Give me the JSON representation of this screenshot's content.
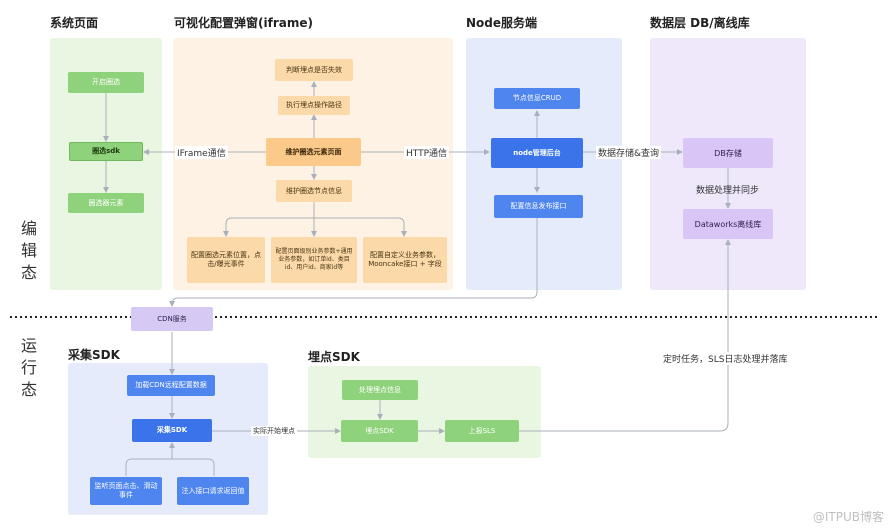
{
  "sections": {
    "system": "系统页面",
    "iframe": "可视化配置弹窗(iframe)",
    "node": "Node服务端",
    "db": "数据层 DB/离线库",
    "collect": "采集SDK",
    "track": "埋点SDK"
  },
  "states": {
    "edit": "编\n辑\n态",
    "run": "运\n行\n态"
  },
  "nodes": {
    "open_select": "开启圈选",
    "select_sdk": "圈选sdk",
    "select_elem": "圈选器元素",
    "judge_fail": "判断埋点是否失效",
    "exec_path": "执行埋点操作路径",
    "maintain_page": "维护圈选元素页面",
    "maintain_node": "维护圈选节点信息",
    "cfg_pos": "配置圈选元素位置，点击/曝光事件",
    "cfg_biz": "配置页面级别业务参数+通用业务参数，如订单id、类目id、用户id、商家id等",
    "cfg_custom": "配置自定义业务参数，Mooncake接口 + 字段",
    "node_crud": "节点信息CRUD",
    "node_admin": "node管理后台",
    "cfg_publish": "配置信息发布接口",
    "db_store": "DB存储",
    "dataworks": "Dataworks离线库",
    "cdn": "CDN服务",
    "load_cdn": "加载CDN远程配置数据",
    "collect_sdk": "采集SDK",
    "listen": "监听页面点击、滑动事件",
    "inject": "注入接口请求返回值",
    "process_info": "处理埋点信息",
    "track_sdk": "埋点SDK",
    "report_sls": "上报SLS"
  },
  "labels": {
    "iframe_comm": "IFrame通信",
    "http_comm": "HTTP通信",
    "store_query": "数据存储&查询",
    "process_sync": "数据处理并同步",
    "timed_task": "定时任务，SLS日志处理并落库",
    "start_track": "实际开始埋点"
  },
  "watermark": "@ITPUB博客"
}
